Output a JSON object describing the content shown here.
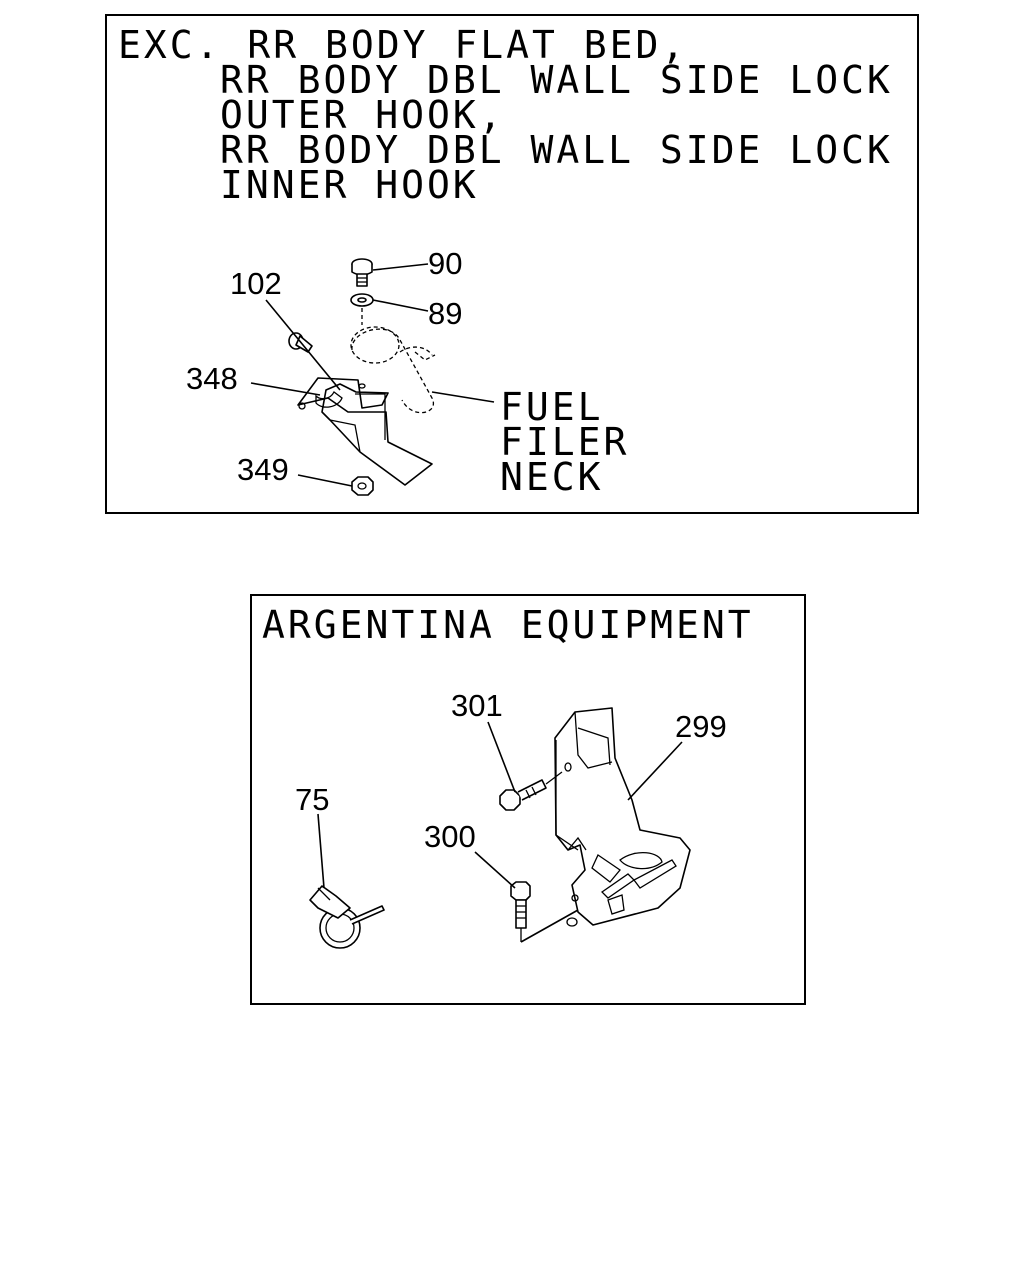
{
  "panels": [
    {
      "condition_lines": [
        "EXC. RR BODY FLAT BED,",
        "RR BODY DBL WALL SIDE LOCK",
        "OUTER HOOK,",
        "RR BODY DBL WALL SIDE LOCK",
        "INNER HOOK"
      ],
      "callouts": {
        "bolt_top": "90",
        "washer": "89",
        "screw": "102",
        "bracket": "348",
        "nut": "349"
      },
      "part_label_lines": [
        "FUEL",
        "FILER",
        "NECK"
      ]
    },
    {
      "title": "ARGENTINA EQUIPMENT",
      "callouts": {
        "clamp": "75",
        "bolt_upper": "301",
        "bracket": "299",
        "bolt_lower": "300"
      }
    }
  ]
}
